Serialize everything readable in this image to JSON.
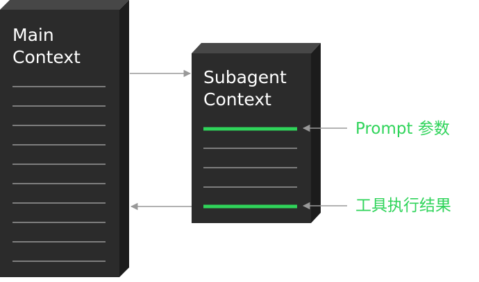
{
  "main_context": {
    "title_line1": "Main",
    "title_line2": "Context",
    "line_count": 10
  },
  "subagent_context": {
    "title_line1": "Subagent",
    "title_line2": "Context",
    "lines": [
      {
        "highlighted": true
      },
      {
        "highlighted": false
      },
      {
        "highlighted": false
      },
      {
        "highlighted": false
      },
      {
        "highlighted": true
      }
    ]
  },
  "callouts": {
    "prompt_label": "Prompt 参数",
    "result_label": "工具执行结果"
  },
  "colors": {
    "block_face": "#2b2b2b",
    "block_top": "#474747",
    "block_side": "#1c1c1c",
    "text_line": "#9a9a9a",
    "highlight": "#2fd45a",
    "arrow": "#999999"
  }
}
